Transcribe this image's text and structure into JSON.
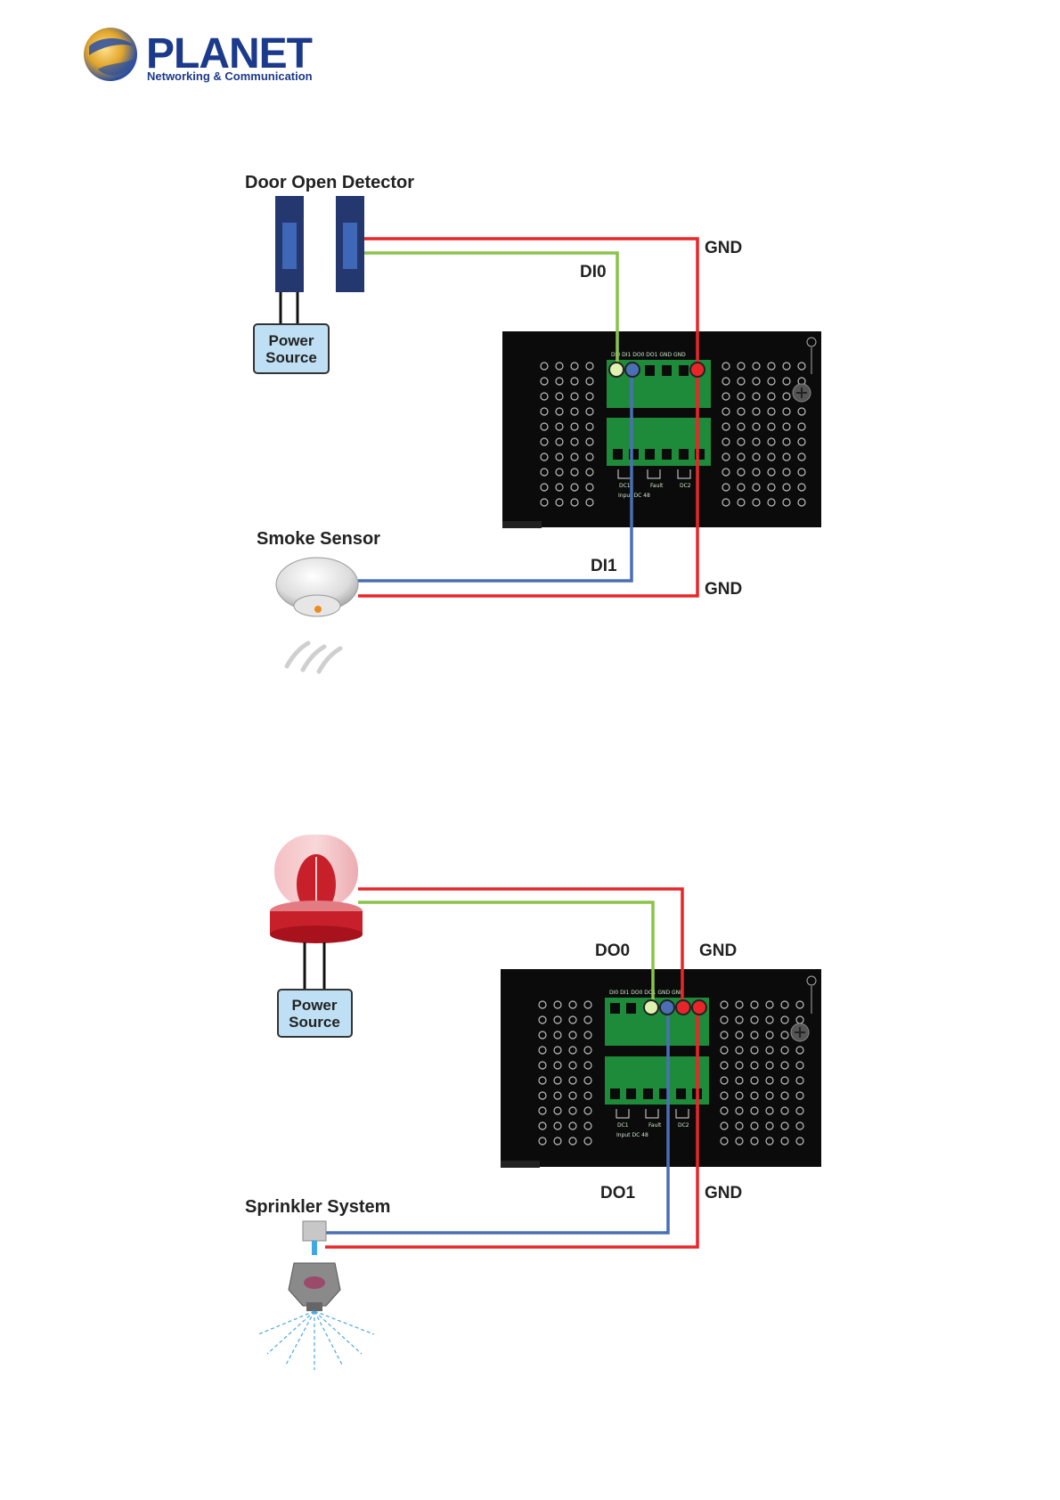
{
  "brand": {
    "name": "PLANET",
    "tagline": "Networking & Communication",
    "colors": {
      "primary": "#1b3a8c",
      "globe_gold": "#e8b53a"
    }
  },
  "diagram_input": {
    "door_detector_label": "Door Open Detector",
    "power_source_line1": "Power",
    "power_source_line2": "Source",
    "smoke_sensor_label": "Smoke Sensor",
    "di0_label": "DI0",
    "di1_label": "DI1",
    "gnd_top_label": "GND",
    "gnd_bottom_label": "GND",
    "terminal_labels": "DI0  DI1  DO0  DO1  GND  GND",
    "dc1": "DC1",
    "fault": "Fault",
    "dc2": "DC2",
    "input_text": "Input DC 48"
  },
  "diagram_output": {
    "power_source_line1": "Power",
    "power_source_line2": "Source",
    "sprinkler_label": "Sprinkler System",
    "do0_label": "DO0",
    "do1_label": "DO1",
    "gnd_top_label": "GND",
    "gnd_bottom_label": "GND",
    "terminal_labels": "DI0  DI1  DO0  DO1  GND  GND",
    "dc1": "DC1",
    "fault": "Fault",
    "dc2": "DC2",
    "input_text": "Input DC 48"
  },
  "wire_colors": {
    "gnd": "#e8262a",
    "signal_green": "#8bc34a",
    "signal_blue": "#4a6fb5"
  },
  "icons": [
    "planet-globe-icon",
    "door-sensor-icon",
    "smoke-sensor-icon",
    "alarm-beacon-icon",
    "sprinkler-icon",
    "ground-symbol-icon"
  ]
}
